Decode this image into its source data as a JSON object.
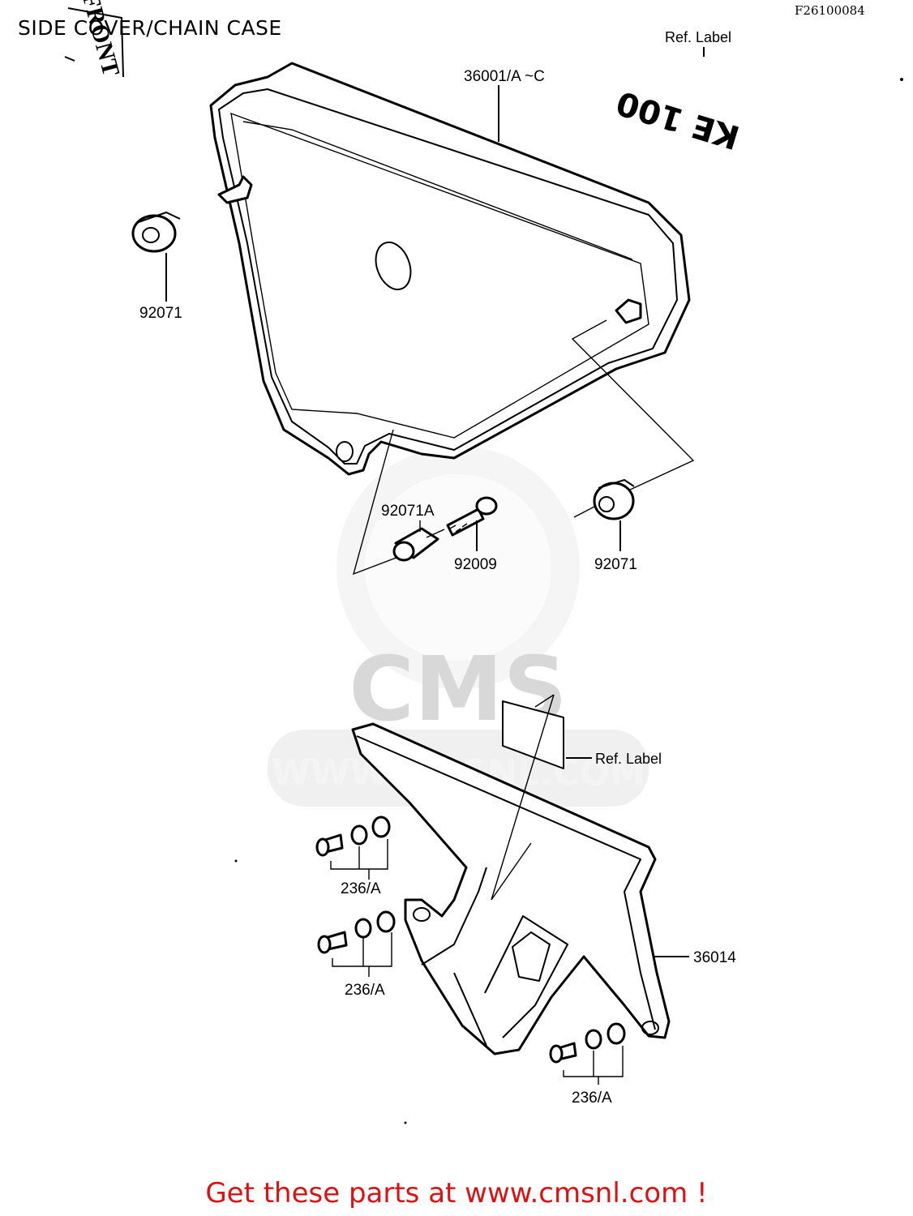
{
  "page": {
    "title": "SIDE COVER/CHAIN CASE",
    "ref_code": "F26100084",
    "footer": "Get these parts at www.cmsnl.com !",
    "colors": {
      "footer_text": "#dd1111",
      "line": "#000000",
      "watermark": "#e3e3e3"
    }
  },
  "labels": {
    "side_cover": "36001/A ~C",
    "ref_label_top": "Ref. Label",
    "grommet_left": "92071",
    "collar": "92071A",
    "bolt": "92009",
    "grommet_right": "92071",
    "ref_label_bottom": "Ref. Label",
    "chain_case": "36014",
    "bolt_set_1": "236/A",
    "bolt_set_2": "236/A",
    "bolt_set_3": "236/A"
  },
  "stickers": {
    "front_label": "FRONT",
    "model_label": "KE 100"
  },
  "watermark": {
    "brand": "CMS",
    "url": "WWW.CMSNL.COM"
  }
}
